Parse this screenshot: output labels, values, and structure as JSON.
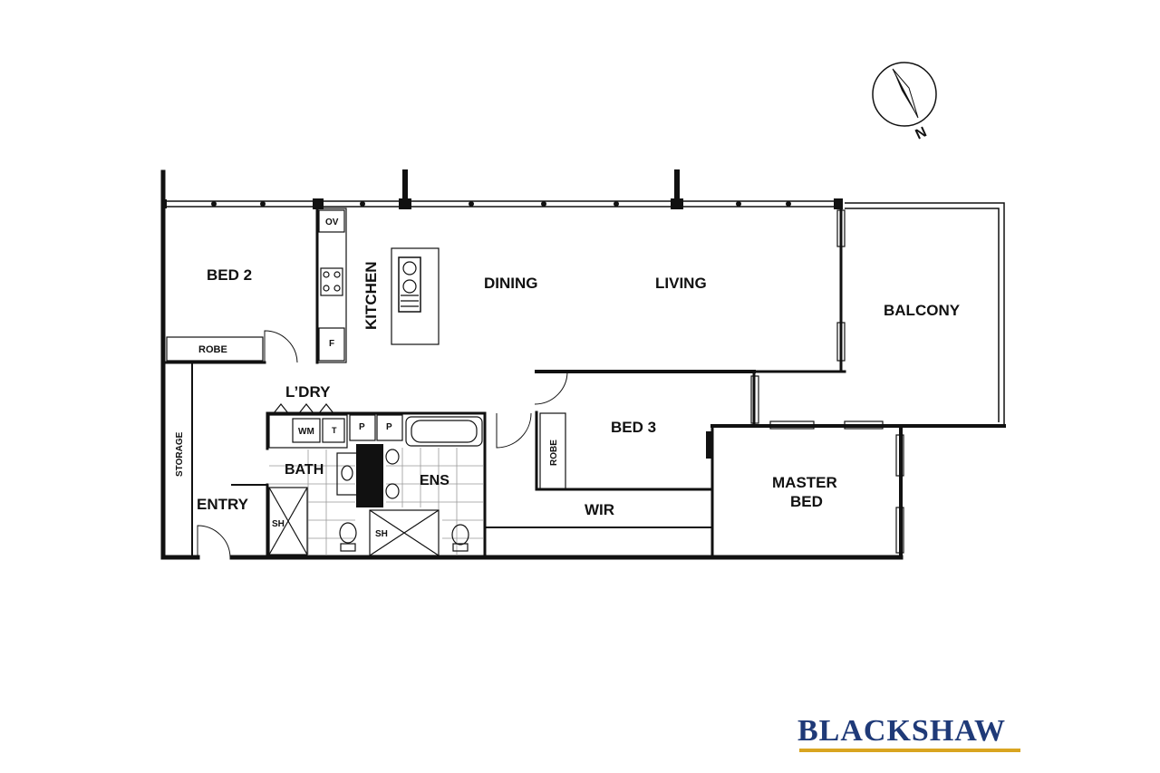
{
  "compass": {
    "north_label": "N"
  },
  "rooms": {
    "bed2": "BED 2",
    "robe_bed2": "ROBE",
    "kitchen": "KITCHEN",
    "oven": "OV",
    "fridge": "F",
    "dining": "DINING",
    "living": "LIVING",
    "balcony": "BALCONY",
    "laundry": "L’DRY",
    "washing_machine": "WM",
    "tub": "T",
    "pantry_1": "P",
    "pantry_2": "P",
    "bed3": "BED 3",
    "robe_bed3": "ROBE",
    "storage": "STORAGE",
    "bath": "BATH",
    "ensuite": "ENS",
    "shower_bath": "SH",
    "shower_ens": "SH",
    "entry": "ENTRY",
    "wir": "WIR",
    "master_line1": "MASTER",
    "master_line2": "BED"
  },
  "branding": {
    "logo_text": "BLACKSHAW"
  },
  "colors": {
    "wall": "#111111",
    "logo_blue": "#1f3a78",
    "logo_gold": "#d9a520"
  }
}
